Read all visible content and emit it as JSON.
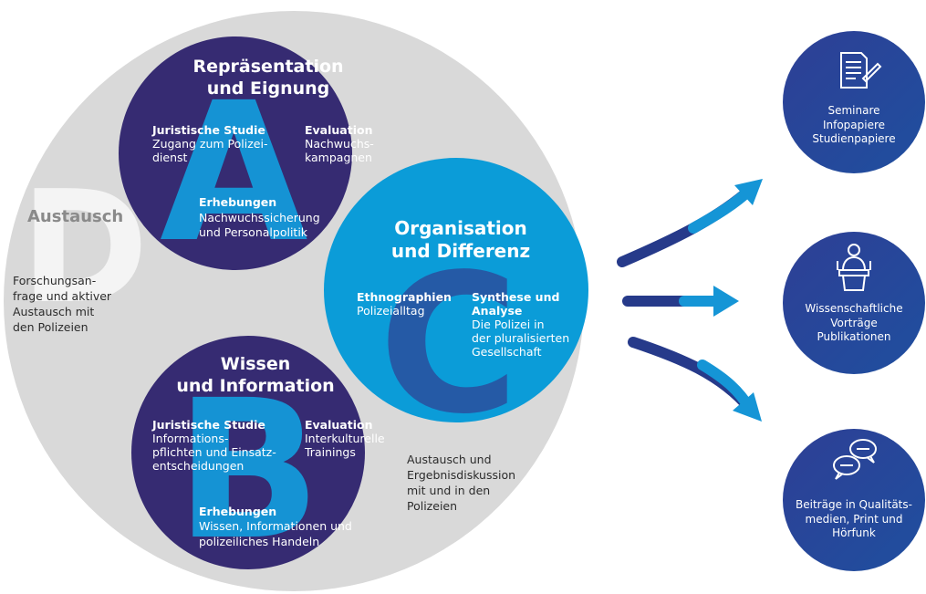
{
  "colors": {
    "ring": "#d9d9d9",
    "circle_a": "#362b72",
    "circle_b": "#362b72",
    "circle_c": "#0b9cd8",
    "overlap": "#cfe8f7",
    "letter_a": "#1593d4",
    "letter_b": "#1593d4",
    "letter_c": "#2a4f9e",
    "letter_d": "#f4f4f4",
    "outcome_circle": "#2b3f8f",
    "arrow": "#1595d6"
  },
  "letters": {
    "a": "A",
    "b": "B",
    "c": "C",
    "d": "D"
  },
  "austausch": {
    "title": "Austausch",
    "body_lines": [
      "Forschungsan-",
      "frage und aktiver",
      "Austausch mit",
      "den Polizeien"
    ]
  },
  "circle_a": {
    "title_lines": [
      "Repräsentation",
      "und Eignung"
    ],
    "item1": {
      "heading": "Juristische Studie",
      "lines": [
        "Zugang zum Polizei-",
        "dienst"
      ]
    },
    "item2": {
      "heading": "Evaluation",
      "lines": [
        "Nachwuchs-",
        "kampagnen"
      ]
    },
    "item3": {
      "heading": "Erhebungen",
      "lines": [
        "Nachwuchssicherung",
        "und Personalpolitik"
      ]
    }
  },
  "circle_b": {
    "title_lines": [
      "Wissen",
      "und Information"
    ],
    "item1": {
      "heading": "Juristische Studie",
      "lines": [
        "Informations-",
        "pflichten und Einsatz-",
        "entscheidungen"
      ]
    },
    "item2": {
      "heading": "Evaluation",
      "lines": [
        "Interkulturelle",
        "Trainings"
      ]
    },
    "item3": {
      "heading": "Erhebungen",
      "lines": [
        "Wissen, Informationen und",
        "polizeiliches Handeln"
      ]
    }
  },
  "circle_c": {
    "title_lines": [
      "Organisation",
      "und Differenz"
    ],
    "item1": {
      "heading": "Ethnographien",
      "lines": [
        "Polizeialltag"
      ]
    },
    "item2": {
      "heading_lines": [
        "Synthese und",
        "Analyse"
      ],
      "lines": [
        "Die Polizei in",
        "der pluralisierten",
        "Gesellschaft"
      ]
    }
  },
  "exchange_note": {
    "lines": [
      "Austausch und",
      "Ergebnisdiskussion",
      "mit und in den",
      "Polizeien"
    ]
  },
  "outcomes": [
    {
      "icon": "document-pen-icon",
      "lines": [
        "Seminare",
        "Infopapiere",
        "Studienpapiere"
      ]
    },
    {
      "icon": "speaker-podium-icon",
      "lines": [
        "Wissenschaftliche",
        "Vorträge",
        "Publikationen"
      ]
    },
    {
      "icon": "speech-bubbles-icon",
      "lines": [
        "Beiträge in Qualitäts-",
        "medien, Print und",
        "Hörfunk"
      ]
    }
  ]
}
